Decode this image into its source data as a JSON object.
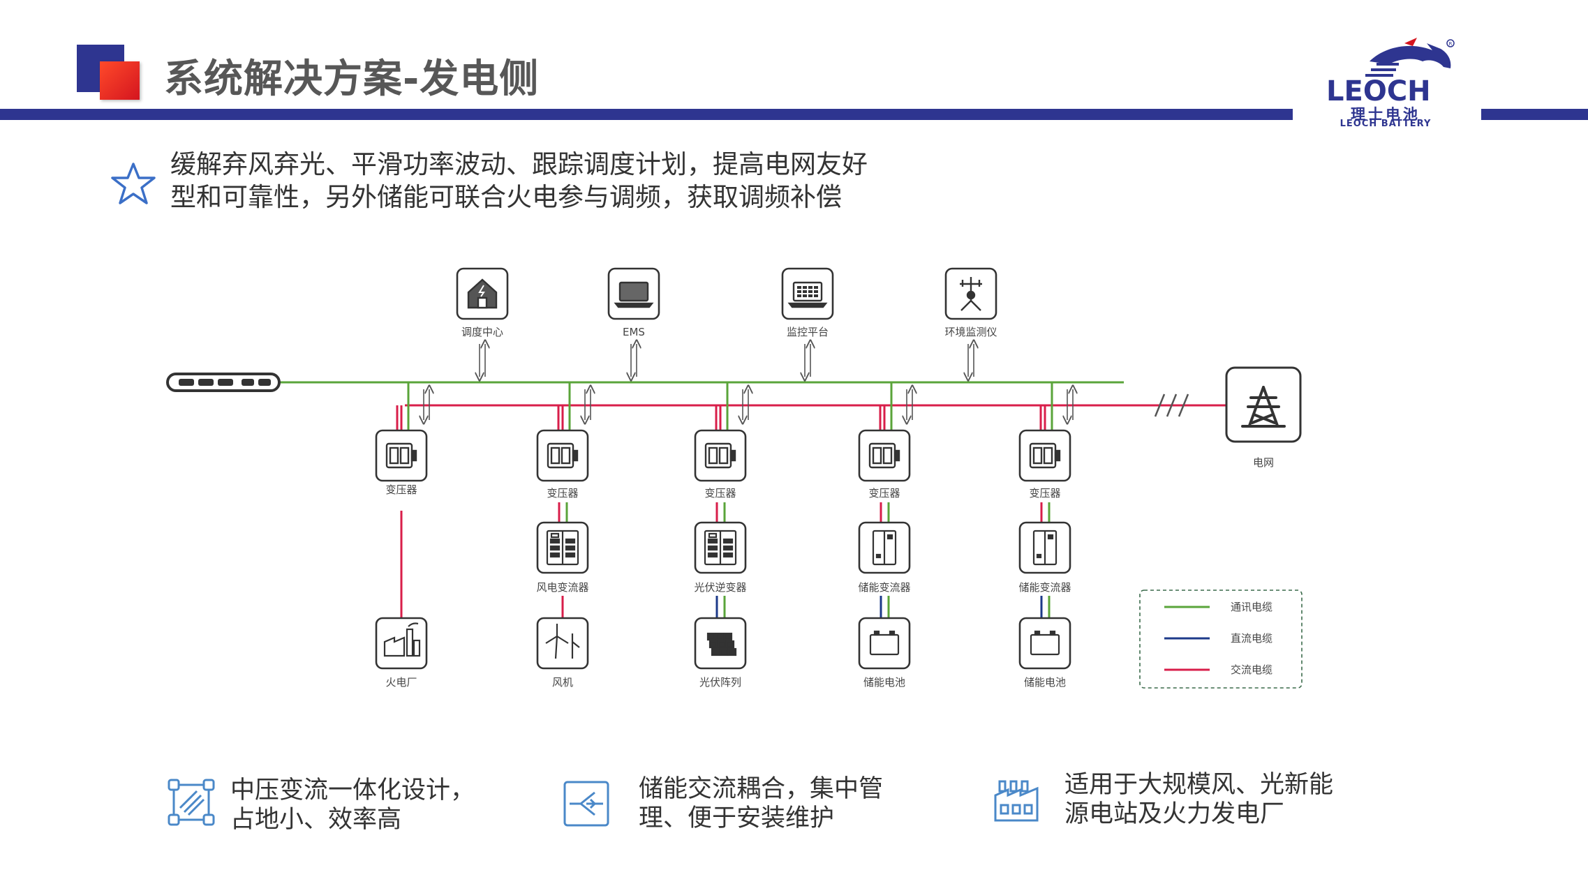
{
  "header": {
    "title": "系统解决方案-发电侧",
    "logo_cn": "理士电池",
    "logo_en": "LEOCH BATTERY"
  },
  "intro": {
    "line1": "缓解弃风弃光、平滑功率波动、跟踪调度计划，提高电网友好",
    "line2": "型和可靠性，另外储能可联合火电参与调频，获取调频补偿",
    "icon": "star-icon"
  },
  "diagram": {
    "top_nodes": [
      {
        "label": "调度中心",
        "icon": "dispatch-center-icon"
      },
      {
        "label": "EMS",
        "icon": "laptop-icon"
      },
      {
        "label": "监控平台",
        "icon": "monitor-platform-icon"
      },
      {
        "label": "环境监测仪",
        "icon": "weather-station-icon"
      }
    ],
    "columns": [
      {
        "transformer": "变压器",
        "converter": "",
        "source": "火电厂"
      },
      {
        "transformer": "变压器",
        "converter": "风电变流器",
        "source": "风机"
      },
      {
        "transformer": "变压器",
        "converter": "光伏逆变器",
        "source": "光伏阵列"
      },
      {
        "transformer": "变压器",
        "converter": "储能变流器",
        "source": "储能电池"
      },
      {
        "transformer": "变压器",
        "converter": "储能变流器",
        "source": "储能电池"
      }
    ],
    "grid_label": "电网",
    "legend": {
      "items": [
        {
          "label": "通讯电缆",
          "color": "#5aa43a"
        },
        {
          "label": "直流电缆",
          "color": "#1d3a8a"
        },
        {
          "label": "交流电缆",
          "color": "#d81e4a"
        }
      ]
    }
  },
  "features": [
    {
      "line1": "中压变流一体化设计，",
      "line2": "占地小、效率高",
      "icon": "integrated-design-icon"
    },
    {
      "line1": "储能交流耦合，集中管",
      "line2": "理、便于安装维护",
      "icon": "ac-coupling-icon"
    },
    {
      "line1": "适用于大规模风、光新能",
      "line2": "源电站及火力发电厂",
      "icon": "factory-icon"
    }
  ],
  "colors": {
    "brand_blue": "#2e3590",
    "brand_red": "#d4151f",
    "comm_green": "#5aa43a",
    "dc_blue": "#1d3a8a",
    "ac_red": "#d81e4a"
  }
}
